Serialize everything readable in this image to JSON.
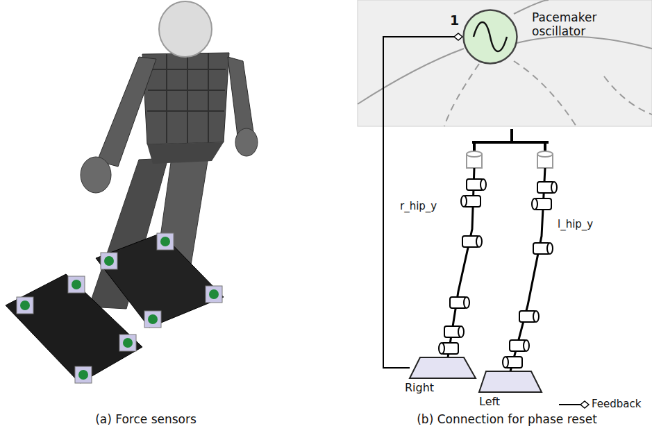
{
  "diagram": {
    "nodes": [
      {
        "text": [
          "Pacemaker oscillator"
        ]
      },
      {
        "text": [
          "Right"
        ]
      },
      {
        "text": [
          "Left"
        ]
      }
    ],
    "edges": [
      {
        "from": 1,
        "to": 0,
        "arrow": "to"
      }
    ],
    "labels": [
      "1",
      "r_hip_y",
      "l_hip_y",
      "(a) Force sensors",
      "(b) Connection for phase reset"
    ],
    "legend": [
      {
        "text": "Feedback"
      }
    ]
  }
}
